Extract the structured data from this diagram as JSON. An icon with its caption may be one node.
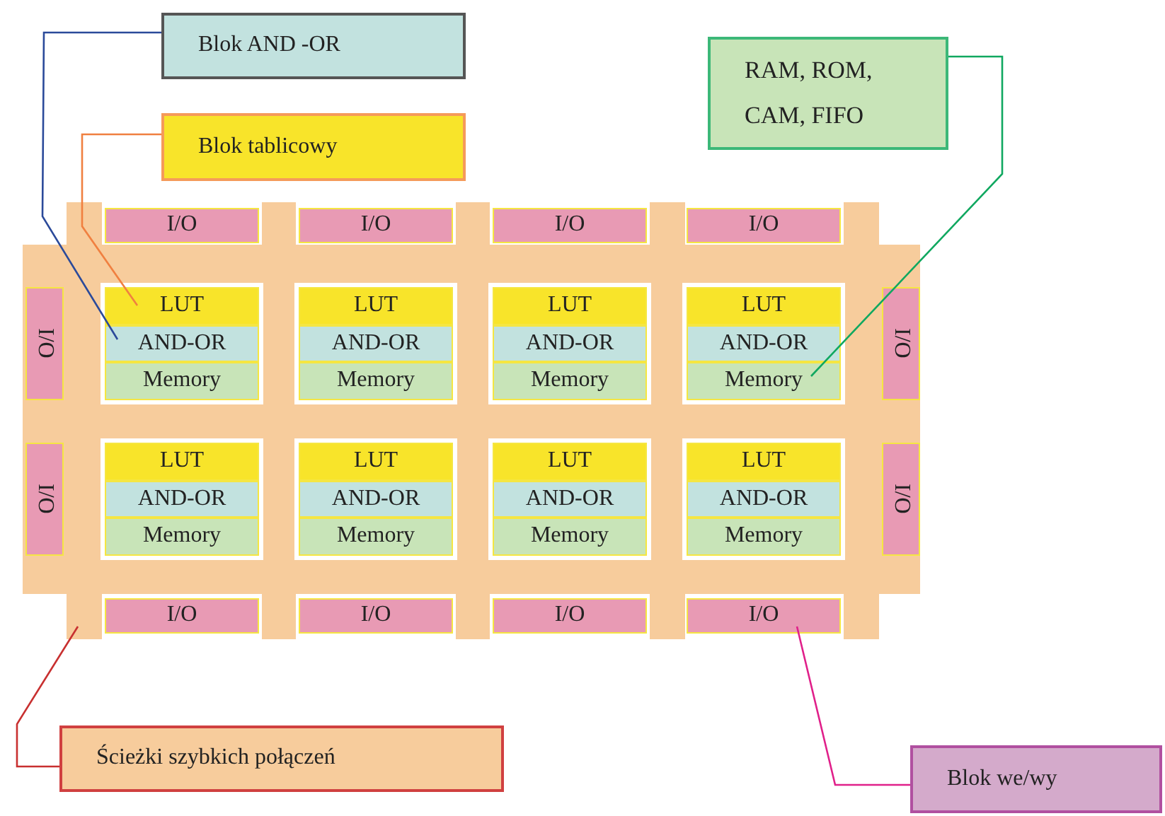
{
  "diagram": {
    "nodes": [
      {
        "text": [
          "Blok AND -OR"
        ]
      },
      {
        "text": [
          "Blok tablicowy"
        ]
      },
      {
        "text": [
          "RAM, ROM, CAM, FIFO"
        ]
      },
      {
        "text": [],
        "shape": "box"
      },
      {
        "text": [
          "I/O"
        ],
        "in": 3
      },
      {
        "text": [
          "I/O"
        ],
        "in": 3
      },
      {
        "text": [
          "I/O"
        ],
        "in": 3
      },
      {
        "text": [
          "I/O"
        ],
        "in": 3
      },
      {
        "text": [
          "I/O"
        ],
        "in": 3
      },
      {
        "text": [
          "LUT"
        ],
        "in": 3
      },
      {
        "text": [
          "AND-OR"
        ],
        "in": 3
      },
      {
        "text": [
          "Memory"
        ],
        "in": 3
      },
      {
        "text": [
          "LUT"
        ],
        "in": 3
      },
      {
        "text": [
          "AND-OR"
        ],
        "in": 3
      },
      {
        "text": [
          "Memory"
        ],
        "in": 3
      },
      {
        "text": [
          "LUT"
        ],
        "in": 3
      },
      {
        "text": [
          "AND-OR"
        ],
        "in": 3
      },
      {
        "text": [
          "Memory"
        ],
        "in": 3
      },
      {
        "text": [
          "LUT"
        ],
        "in": 3
      },
      {
        "text": [
          "AND-OR"
        ],
        "in": 3
      },
      {
        "text": [
          "Memory"
        ],
        "in": 3
      },
      {
        "text": [
          "I/O"
        ],
        "in": 3
      },
      {
        "text": [
          "I/O"
        ],
        "in": 3
      },
      {
        "text": [
          "LUT"
        ],
        "in": 3
      },
      {
        "text": [
          "AND-OR"
        ],
        "in": 3
      },
      {
        "text": [
          "Memory"
        ],
        "in": 3
      },
      {
        "text": [
          "LUT"
        ],
        "in": 3
      },
      {
        "text": [
          "AND-OR"
        ],
        "in": 3
      },
      {
        "text": [
          "Memory"
        ],
        "in": 3
      },
      {
        "text": [
          "LUT"
        ],
        "in": 3
      },
      {
        "text": [
          "AND-OR"
        ],
        "in": 3
      },
      {
        "text": [
          "Memory"
        ],
        "in": 3
      },
      {
        "text": [
          "LUT"
        ],
        "in": 3
      },
      {
        "text": [
          "AND-OR"
        ],
        "in": 3
      },
      {
        "text": [
          "Memory"
        ],
        "in": 3
      },
      {
        "text": [
          "I/O"
        ],
        "in": 3
      },
      {
        "text": [
          "I/O"
        ],
        "in": 3
      },
      {
        "text": [
          "I/O"
        ],
        "in": 3
      },
      {
        "text": [
          "I/O"
        ],
        "in": 3
      },
      {
        "text": [
          "I/O"
        ],
        "in": 3
      },
      {
        "text": [
          "Ścieżki szybkich połączeń"
        ]
      },
      {
        "text": [
          "Blok we/wy"
        ]
      }
    ],
    "edges": [
      {
        "from": 0,
        "to": 10,
        "arrow": "none",
        "color": "#2b4a9a"
      },
      {
        "from": 1,
        "to": 9,
        "arrow": "none",
        "color": "#f08040"
      },
      {
        "from": 2,
        "to": 20,
        "arrow": "none",
        "color": "#10a860"
      },
      {
        "from": 40,
        "to": 3,
        "arrow": "none",
        "color": "#c83030"
      },
      {
        "from": 41,
        "to": 39,
        "arrow": "none",
        "color": "#e0208a"
      }
    ]
  }
}
